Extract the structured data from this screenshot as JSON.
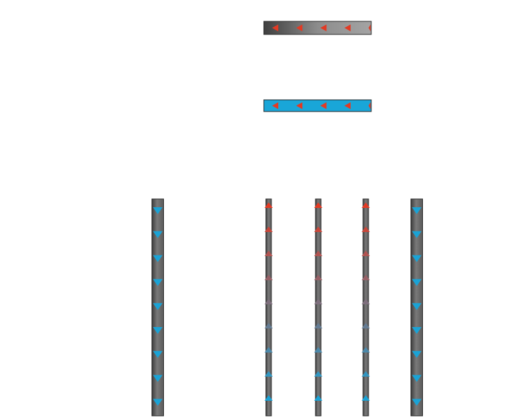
{
  "colors": {
    "background": "#ffffff",
    "pipe_outline": "#2b2b2b",
    "pipe_dark": "#4a4a4a",
    "pipe_light": "#9a9a9a",
    "cold_fill": "#19a6d8",
    "hot_arrow": "#e23a24",
    "cold_arrow": "#1aa3d6"
  },
  "pipes": {
    "horizontal": [
      {
        "name": "top-pipe",
        "fill": "gray",
        "arrow_direction": "left",
        "arrow_color": "#e23a24",
        "arrow_count": 5
      },
      {
        "name": "middle-pipe",
        "fill": "cold",
        "arrow_direction": "left",
        "arrow_color": "#e23a24",
        "arrow_count": 5
      }
    ],
    "vertical": [
      {
        "name": "left-wide-pipe",
        "width": "wide",
        "arrow_direction": "down",
        "arrow_color": "cold",
        "arrow_count": 9
      },
      {
        "name": "inner-pipe-1",
        "width": "narrow",
        "arrow_direction": "up",
        "arrow_color": "gradient-hot-to-cold",
        "arrow_count": 9
      },
      {
        "name": "inner-pipe-2",
        "width": "narrow",
        "arrow_direction": "up",
        "arrow_color": "gradient-hot-to-cold",
        "arrow_count": 9
      },
      {
        "name": "inner-pipe-3",
        "width": "narrow",
        "arrow_direction": "up",
        "arrow_color": "gradient-hot-to-cold",
        "arrow_count": 9
      },
      {
        "name": "right-wide-pipe",
        "width": "wide",
        "arrow_direction": "down",
        "arrow_color": "cold",
        "arrow_count": 9
      }
    ]
  }
}
